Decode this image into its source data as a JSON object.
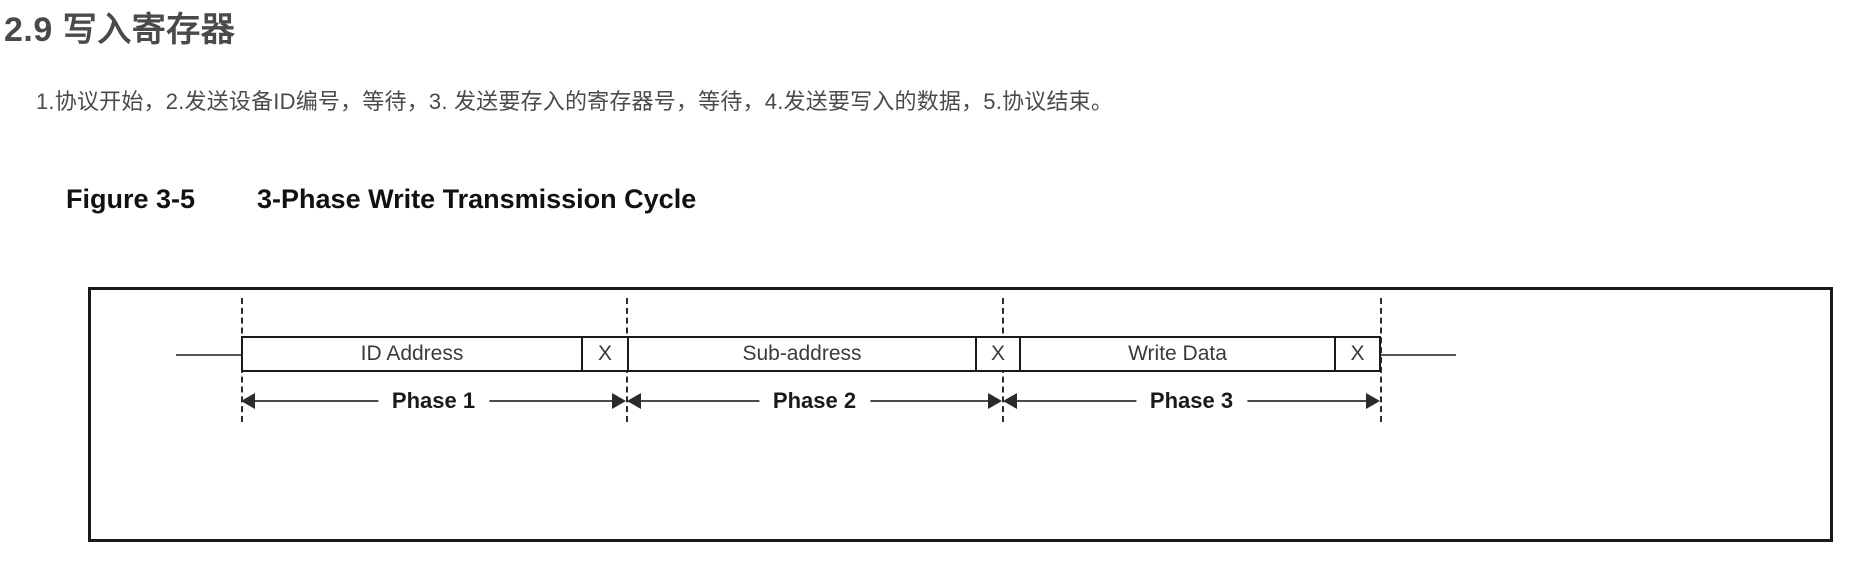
{
  "section": {
    "heading": "2.9 写入寄存器",
    "paragraph": "1.协议开始，2.发送设备ID编号，等待，3. 发送要存入的寄存器号，等待，4.发送要写入的数据，5.协议结束。"
  },
  "figure": {
    "caption_number": "Figure 3-5",
    "caption_title": "3-Phase Write Transmission Cycle",
    "packet_cells": [
      {
        "label": "ID Address",
        "name": "packet-cell-id-address"
      },
      {
        "label": "X",
        "name": "packet-cell-ack-1"
      },
      {
        "label": "Sub-address",
        "name": "packet-cell-sub-address"
      },
      {
        "label": "X",
        "name": "packet-cell-ack-2"
      },
      {
        "label": "Write Data",
        "name": "packet-cell-write-data"
      },
      {
        "label": "X",
        "name": "packet-cell-ack-3"
      }
    ],
    "phases": [
      {
        "label": "Phase 1"
      },
      {
        "label": "Phase 2"
      },
      {
        "label": "Phase 3"
      }
    ],
    "colors": {
      "frame": "#1a1a1a",
      "text": "#3a3a3a",
      "arrow": "#4a4a4a",
      "dash": "#2b2b2b"
    }
  }
}
